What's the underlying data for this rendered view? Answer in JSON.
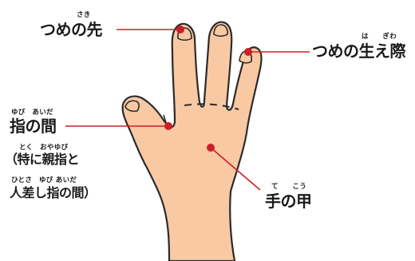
{
  "colors": {
    "skin": "#F8C9A3",
    "outline": "#2b2b2b",
    "leader": "#CC1F2B",
    "text": "#1a1a1a"
  },
  "labels": {
    "nail_tip": {
      "ruby": "さき",
      "text": "つめの先"
    },
    "nail_base": {
      "ruby": "は　　ぎわ",
      "text": "つめの生え際"
    },
    "between_fingers": {
      "ruby": "ゆび　あいだ",
      "text": "指の間",
      "note_ruby_1": "とく　おやゆび",
      "note_1": "（特に親指と",
      "note_ruby_2": "ひとさ　ゆび あいだ",
      "note_2": "人差し指の間）"
    },
    "back_of_hand": {
      "ruby": "て　　こう",
      "text": "手の甲"
    }
  }
}
